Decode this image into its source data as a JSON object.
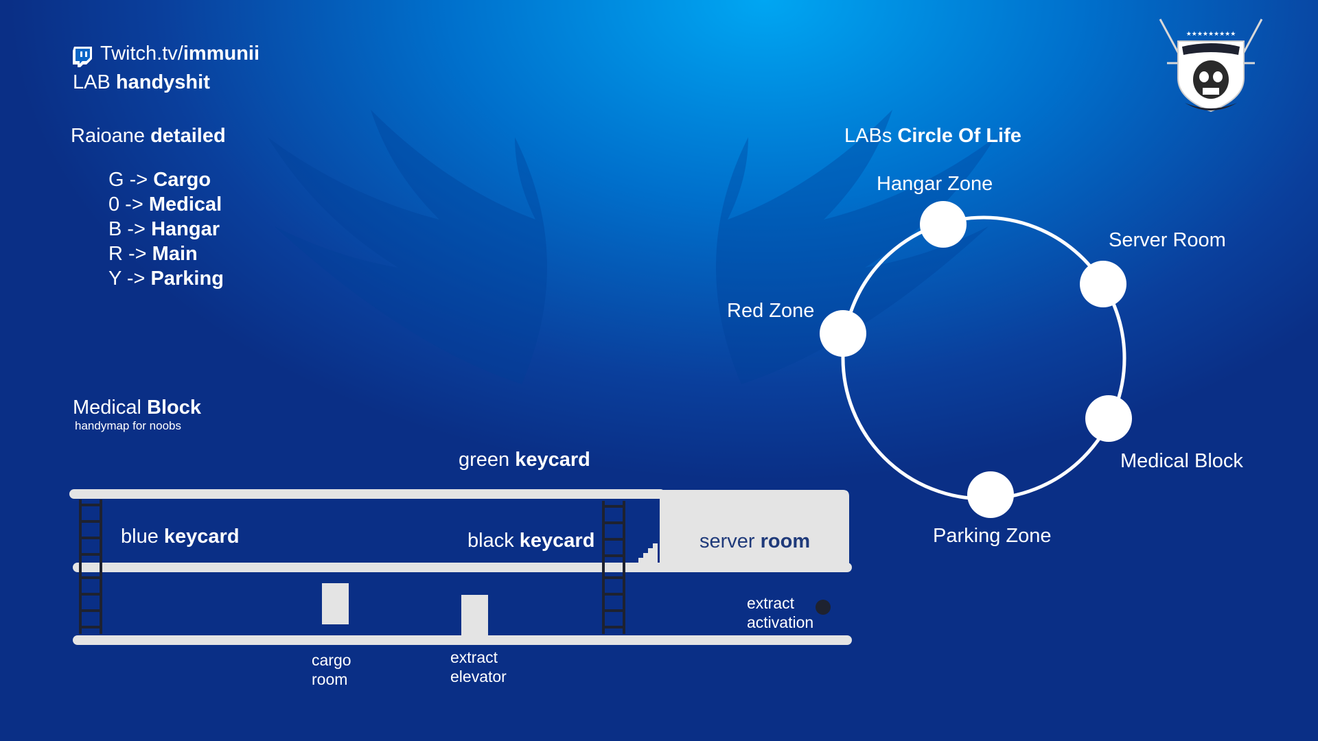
{
  "header": {
    "twitch_icon": "twitch-glitch-icon",
    "channel_prefix": "Twitch.tv/",
    "channel_name": "immunii",
    "subtitle_light": "LAB",
    "subtitle_bold": "handyshit"
  },
  "legend": {
    "title_light": "Raioane",
    "title_bold": "detailed",
    "items": [
      {
        "key": "G ->",
        "value": "Cargo"
      },
      {
        "key": "0 ->",
        "value": "Medical"
      },
      {
        "key": "B ->",
        "value": "Hangar"
      },
      {
        "key": "R ->",
        "value": "Main"
      },
      {
        "key": "Y ->",
        "value": "Parking"
      }
    ]
  },
  "medical_block": {
    "title_light": "Medical",
    "title_bold": "Block",
    "subtitle": "handymap for noobs",
    "labels": {
      "green_light": "green",
      "green_bold": "keycard",
      "blue_light": "blue",
      "blue_bold": "keycard",
      "black_light": "black",
      "black_bold": "keycard",
      "server_light": "server",
      "server_bold": "room",
      "extract_activation_1": "extract",
      "extract_activation_2": "activation",
      "cargo_1": "cargo",
      "cargo_2": "room",
      "elevator_1": "extract",
      "elevator_2": "elevator"
    }
  },
  "circle_of_life": {
    "title_light": "LABs",
    "title_bold": "Circle Of Life",
    "zones": [
      "Hangar Zone",
      "Server Room",
      "Medical Block",
      "Parking Zone",
      "Red Zone"
    ]
  },
  "logo": {
    "icon": "skull-crest-logo-icon"
  },
  "colors": {
    "bg_light": "#00a6f2",
    "bg_dark": "#0a2f86",
    "line": "#e4e4e4",
    "ladder": "#1e2230"
  }
}
